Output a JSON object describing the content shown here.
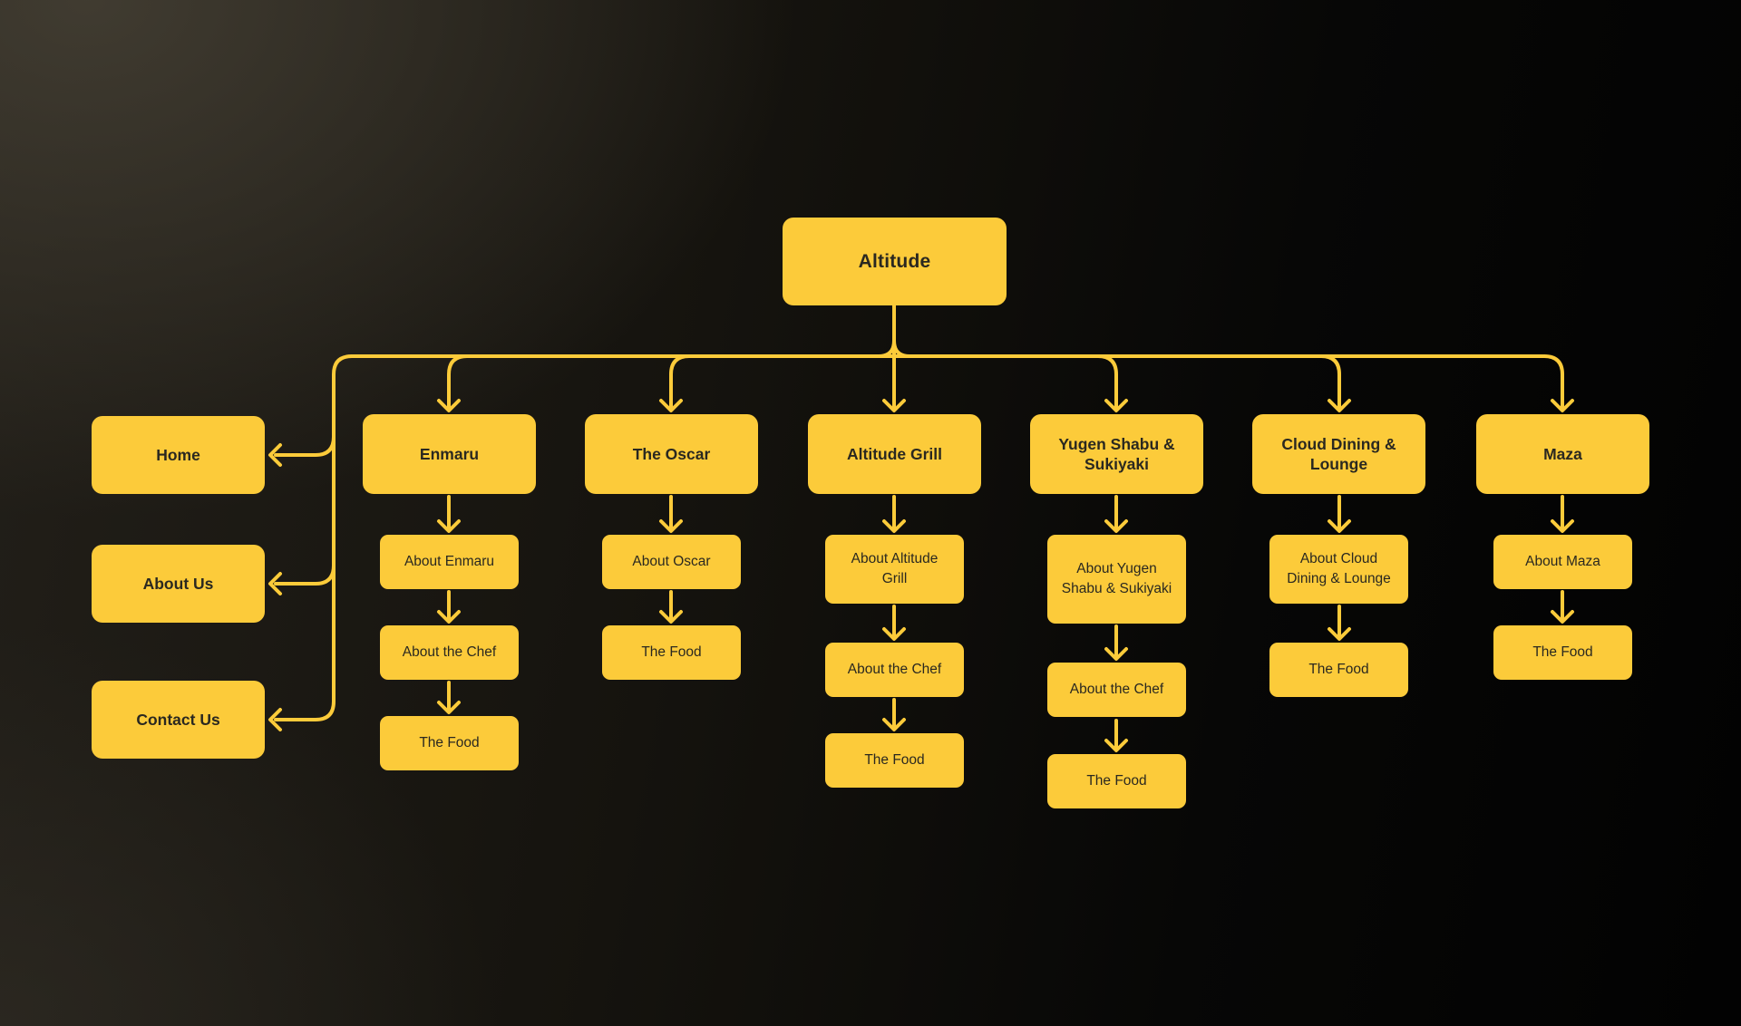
{
  "root": {
    "label": "Altitude"
  },
  "site_pages": [
    {
      "label": "Home"
    },
    {
      "label": "About Us"
    },
    {
      "label": "Contact Us"
    }
  ],
  "branches": [
    {
      "label": "Enmaru",
      "children": [
        {
          "label": "About Enmaru"
        },
        {
          "label": "About the Chef"
        },
        {
          "label": "The Food"
        }
      ]
    },
    {
      "label": "The Oscar",
      "children": [
        {
          "label": "About Oscar"
        },
        {
          "label": "The Food"
        }
      ]
    },
    {
      "label": "Altitude Grill",
      "children": [
        {
          "label": "About Altitude Grill"
        },
        {
          "label": "About the Chef"
        },
        {
          "label": "The Food"
        }
      ]
    },
    {
      "label": "Yugen Shabu & Sukiyaki",
      "children": [
        {
          "label": "About Yugen Shabu & Sukiyaki"
        },
        {
          "label": "About the Chef"
        },
        {
          "label": "The Food"
        }
      ]
    },
    {
      "label": "Cloud Dining & Lounge",
      "children": [
        {
          "label": "About Cloud Dining & Lounge"
        },
        {
          "label": "The Food"
        }
      ]
    },
    {
      "label": "Maza",
      "children": [
        {
          "label": "About Maza"
        },
        {
          "label": "The Food"
        }
      ]
    }
  ],
  "colors": {
    "accent": "#FCCB3A",
    "node_text": "#2A2820",
    "bg_light": "#37332B",
    "bg_dark": "#020202"
  }
}
